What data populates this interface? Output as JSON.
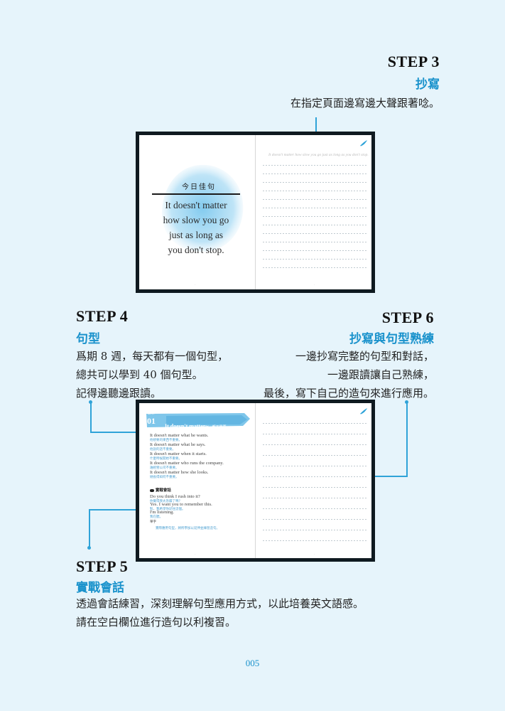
{
  "steps": {
    "s3": {
      "title": "STEP 3",
      "sub": "抄寫",
      "desc": "在指定頁面邊寫邊大聲跟著唸。"
    },
    "s4": {
      "title": "STEP 4",
      "sub": "句型",
      "lines": [
        "爲期 8 週，每天都有一個句型，",
        "總共可以學到 40 個句型。",
        "記得邊聽邊跟讀。"
      ]
    },
    "s6": {
      "title": "STEP 6",
      "sub": "抄寫與句型熟練",
      "lines": [
        "一邊抄寫完整的句型和對話，",
        "一邊跟讀讓自己熟練，",
        "最後，寫下自己的造句來進行應用。"
      ]
    },
    "s5": {
      "title": "STEP 5",
      "sub": "實戰會話",
      "lines": [
        "透過會話練習，深刻理解句型應用方式，以此培養英文語感。",
        "請在空白欄位進行造句以利複習。"
      ]
    }
  },
  "book1": {
    "header": "今日佳句",
    "quote": [
      "It doesn't matter",
      "how slow you go",
      "just as long as",
      "you don't stop."
    ],
    "trace": "It doesn't matter how slow you go just as long as you don't stop."
  },
  "book2": {
    "day": "DAY",
    "num": "01",
    "pattern_title": "It doesn't matter~",
    "pattern_sub": "都不重要~",
    "examples": [
      {
        "en": "It doesn't matter what he wants.",
        "zh": "他想要的東西不重要。"
      },
      {
        "en": "It doesn't matter what he says.",
        "zh": "他說的話不重要。"
      },
      {
        "en": "It doesn't matter when it starts.",
        "zh": "什麼時候開始不重要。"
      },
      {
        "en": "It doesn't matter who runs the company.",
        "zh": "誰經營公司不重要。"
      },
      {
        "en": "It doesn't matter how she looks.",
        "zh": "她長得如何不重要。"
      }
    ],
    "talk_header": "實戰會話",
    "talk": [
      {
        "en": "Do you think I rush into it?",
        "zh": "你覺得我太急躁了嗎？"
      },
      {
        "en": "Yes. I want you to remember this.",
        "zh": "對，我希望你記住這個。"
      },
      {
        "en": "I'm listening.",
        "zh": "我在聽。"
      }
    ],
    "note_label": "單字",
    "note": "實際應用句型，將所學加以延伸並練習造句。"
  },
  "page_number": "005",
  "colors": {
    "accent": "#2fa3d8",
    "sub": "#1a92cc",
    "bg": "#e6f4fb",
    "frame": "#0f1a20"
  },
  "icons": [
    "pen-icon",
    "speech-icon"
  ]
}
